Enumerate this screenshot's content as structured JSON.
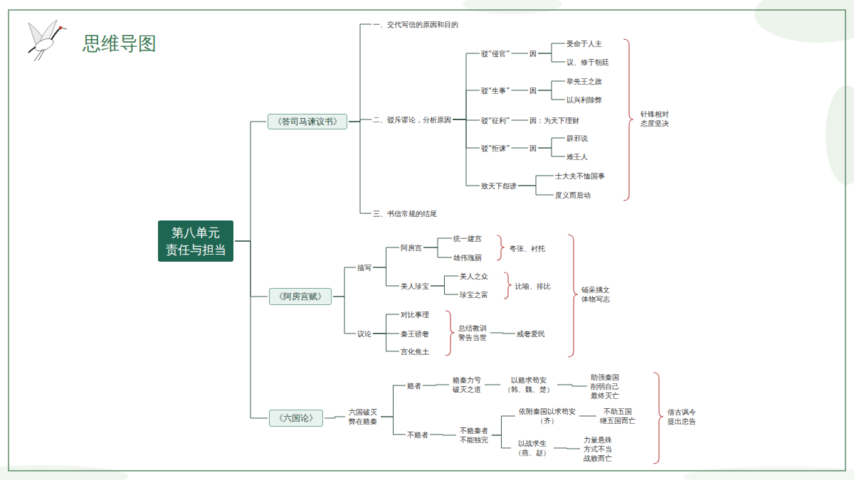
{
  "diagram": {
    "title": "思维导图",
    "nodes": [
      {
        "text": [
          "第八单元 责任与担当"
        ]
      },
      {
        "text": [
          "《答司马谏议书》"
        ]
      },
      {
        "text": [
          "一、交代写信的原因和目的"
        ]
      },
      {
        "text": [
          "二、驳斥谬论，分析原因"
        ]
      },
      {
        "text": [
          "三、书信常规的结尾"
        ]
      },
      {
        "text": [
          "驳“侵官”"
        ]
      },
      {
        "text": [
          "因"
        ]
      },
      {
        "text": [
          "受命于人主"
        ]
      },
      {
        "text": [
          "议、修于朝廷"
        ]
      },
      {
        "text": [
          "驳“生事”"
        ]
      },
      {
        "text": [
          "因"
        ]
      },
      {
        "text": [
          "举先王之政"
        ]
      },
      {
        "text": [
          "以兴利除弊"
        ]
      },
      {
        "text": [
          "驳“征利”"
        ]
      },
      {
        "text": [
          "因：为天下理财"
        ]
      },
      {
        "text": [
          "驳“拒谏”"
        ]
      },
      {
        "text": [
          "因"
        ]
      },
      {
        "text": [
          "辟邪说"
        ]
      },
      {
        "text": [
          "难壬人"
        ]
      },
      {
        "text": [
          "致天下怨谤"
        ]
      },
      {
        "text": [
          "士大夫不恤国事"
        ]
      },
      {
        "text": [
          "度义而后动"
        ]
      },
      {
        "text": [
          "针锋相对 态度坚决"
        ]
      },
      {
        "text": [
          "《阿房宫赋》"
        ]
      },
      {
        "text": [
          "描写"
        ]
      },
      {
        "text": [
          "阿房宫"
        ]
      },
      {
        "text": [
          "统一建宫"
        ]
      },
      {
        "text": [
          "雄伟瑰丽"
        ]
      },
      {
        "text": [
          "夸张、衬托"
        ]
      },
      {
        "text": [
          "美人珍宝"
        ]
      },
      {
        "text": [
          "美人之众"
        ]
      },
      {
        "text": [
          "珍宝之富"
        ]
      },
      {
        "text": [
          "比喻、排比"
        ]
      },
      {
        "text": [
          "议论"
        ]
      },
      {
        "text": [
          "对比事理"
        ]
      },
      {
        "text": [
          "秦王骄奢"
        ]
      },
      {
        "text": [
          "宫化焦土"
        ]
      },
      {
        "text": [
          "总结教训 警告当世"
        ]
      },
      {
        "text": [
          "戒奢爱民"
        ]
      },
      {
        "text": [
          "铺采摛文 体物写志"
        ]
      },
      {
        "text": [
          "《六国论》"
        ]
      },
      {
        "text": [
          "六国破灭 弊在赂秦"
        ]
      },
      {
        "text": [
          "赂者"
        ]
      },
      {
        "text": [
          "赂秦力亏 破灭之道"
        ]
      },
      {
        "text": [
          "以赂求苟安 （韩、魏、楚）"
        ]
      },
      {
        "text": [
          "助强秦国 削弱自己 最终灭亡"
        ]
      },
      {
        "text": [
          "不赂者"
        ]
      },
      {
        "text": [
          "不赂秦者 不能独完"
        ]
      },
      {
        "text": [
          "依附秦国以求苟安 （齐）"
        ]
      },
      {
        "text": [
          "不助五国 继五国而亡"
        ]
      },
      {
        "text": [
          "以战求生 （燕、赵）"
        ]
      },
      {
        "text": [
          "力量悬殊 方式不当 战败而亡"
        ]
      },
      {
        "text": [
          "借古讽今 提出忠告"
        ]
      }
    ],
    "edges": [
      {
        "from": 0,
        "to": 1,
        "arrow": "none"
      },
      {
        "from": 0,
        "to": 23,
        "arrow": "none"
      },
      {
        "from": 0,
        "to": 40,
        "arrow": "none"
      },
      {
        "from": 1,
        "to": 2,
        "arrow": "none"
      },
      {
        "from": 1,
        "to": 3,
        "arrow": "none"
      },
      {
        "from": 1,
        "to": 4,
        "arrow": "none"
      },
      {
        "from": 3,
        "to": 5,
        "arrow": "none"
      },
      {
        "from": 3,
        "to": 9,
        "arrow": "none"
      },
      {
        "from": 3,
        "to": 13,
        "arrow": "none"
      },
      {
        "from": 3,
        "to": 15,
        "arrow": "none"
      },
      {
        "from": 3,
        "to": 19,
        "arrow": "none"
      },
      {
        "from": 5,
        "to": 6,
        "arrow": "none"
      },
      {
        "from": 6,
        "to": 7,
        "arrow": "none"
      },
      {
        "from": 6,
        "to": 8,
        "arrow": "none"
      },
      {
        "from": 9,
        "to": 10,
        "arrow": "none"
      },
      {
        "from": 10,
        "to": 11,
        "arrow": "none"
      },
      {
        "from": 10,
        "to": 12,
        "arrow": "none"
      },
      {
        "from": 13,
        "to": 14,
        "arrow": "none"
      },
      {
        "from": 15,
        "to": 16,
        "arrow": "none"
      },
      {
        "from": 16,
        "to": 17,
        "arrow": "none"
      },
      {
        "from": 16,
        "to": 18,
        "arrow": "none"
      },
      {
        "from": 19,
        "to": 20,
        "arrow": "none"
      },
      {
        "from": 19,
        "to": 21,
        "arrow": "none"
      },
      {
        "from": 23,
        "to": 24,
        "arrow": "none"
      },
      {
        "from": 23,
        "to": 33,
        "arrow": "none"
      },
      {
        "from": 24,
        "to": 25,
        "arrow": "none"
      },
      {
        "from": 24,
        "to": 29,
        "arrow": "none"
      },
      {
        "from": 25,
        "to": 26,
        "arrow": "none"
      },
      {
        "from": 25,
        "to": 27,
        "arrow": "none"
      },
      {
        "from": 29,
        "to": 30,
        "arrow": "none"
      },
      {
        "from": 29,
        "to": 31,
        "arrow": "none"
      },
      {
        "from": 33,
        "to": 34,
        "arrow": "none"
      },
      {
        "from": 33,
        "to": 35,
        "arrow": "none"
      },
      {
        "from": 33,
        "to": 36,
        "arrow": "none"
      },
      {
        "from": 37,
        "to": 38,
        "arrow": "none"
      },
      {
        "from": 40,
        "to": 41,
        "arrow": "none"
      },
      {
        "from": 41,
        "to": 42,
        "arrow": "none"
      },
      {
        "from": 41,
        "to": 46,
        "arrow": "none"
      },
      {
        "from": 42,
        "to": 43,
        "arrow": "none"
      },
      {
        "from": 43,
        "to": 44,
        "arrow": "none"
      },
      {
        "from": 44,
        "to": 45,
        "arrow": "none"
      },
      {
        "from": 46,
        "to": 47,
        "arrow": "none"
      },
      {
        "from": 47,
        "to": 48,
        "arrow": "none"
      },
      {
        "from": 47,
        "to": 50,
        "arrow": "none"
      },
      {
        "from": 48,
        "to": 49,
        "arrow": "none"
      },
      {
        "from": 50,
        "to": 51,
        "arrow": "none"
      }
    ]
  }
}
